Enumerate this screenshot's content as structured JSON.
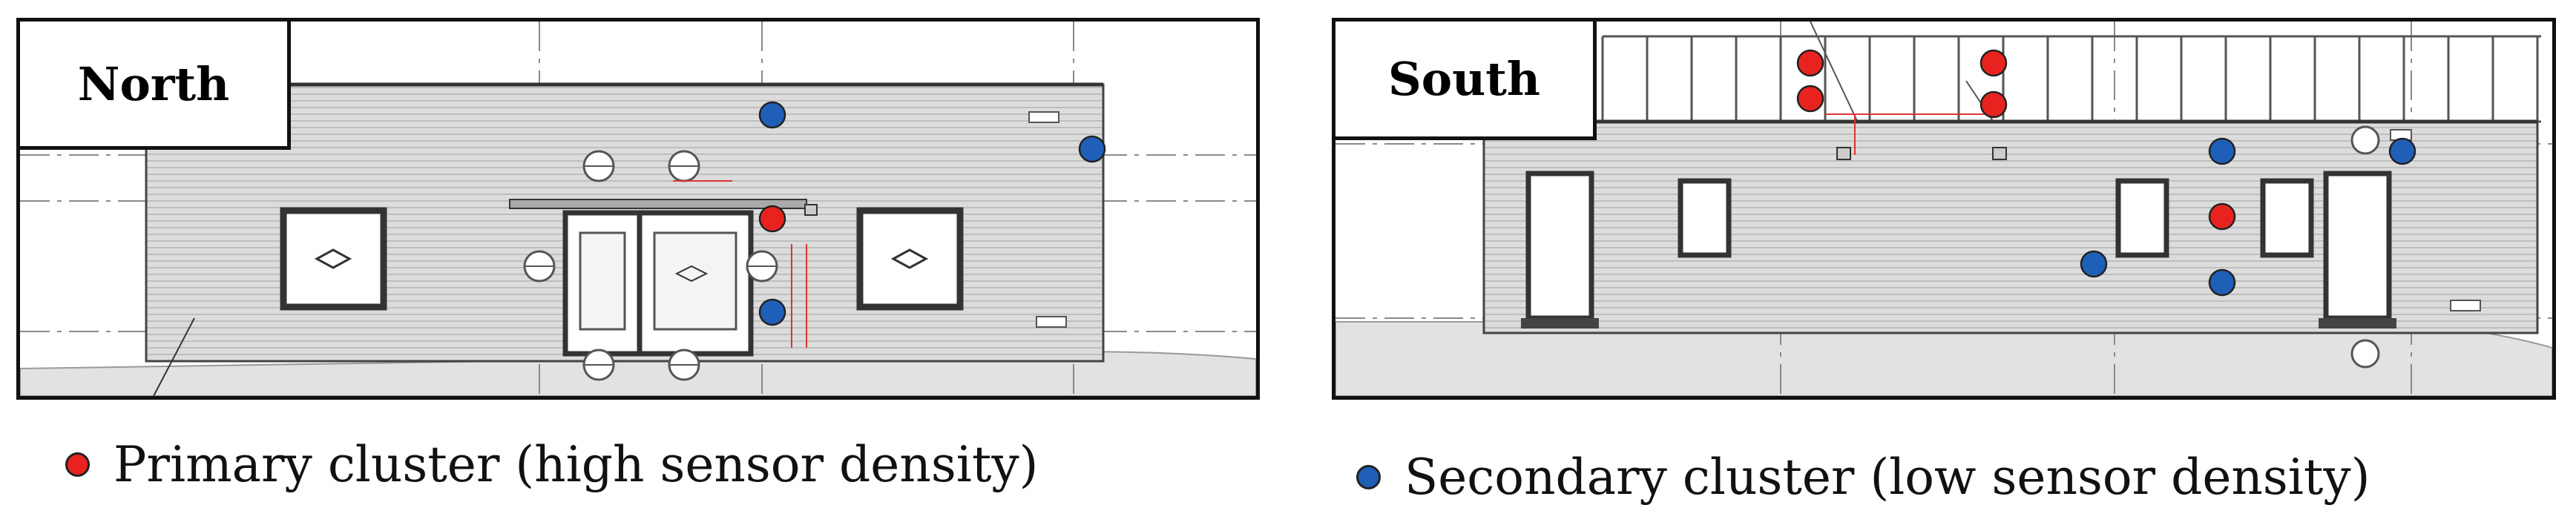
{
  "panels": {
    "north": {
      "title": "North"
    },
    "south": {
      "title": "South"
    }
  },
  "legend": {
    "primary": {
      "label": "Primary cluster (high sensor density)",
      "color": "#e8231f"
    },
    "secondary": {
      "label": "Secondary cluster (low sensor density)",
      "color": "#1f5fb8"
    }
  },
  "clusters": {
    "north": {
      "primary_count": 1,
      "secondary_count": 3
    },
    "south": {
      "primary_count": 5,
      "secondary_count": 4
    }
  }
}
